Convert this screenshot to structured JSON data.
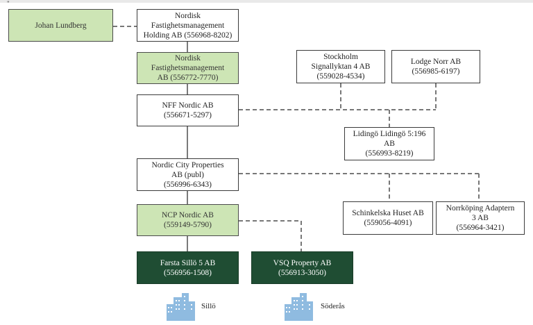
{
  "corner_mark": "\"",
  "nodes": {
    "johan": {
      "text": "Johan Lundberg"
    },
    "holding": {
      "text": "Nordisk\nFastighetsmanagement\nHolding AB (556968-8202)"
    },
    "nfm": {
      "text": "Nordisk\nFastighetsmanagement\nAB (556772-7770)"
    },
    "stockholm": {
      "text": "Stockholm\nSignallyktan 4 AB\n(559028-4534)"
    },
    "lodge": {
      "text": "Lodge Norr AB\n(556985-6197)"
    },
    "nff": {
      "text": "NFF Nordic AB\n(556671-5297)"
    },
    "lidingo": {
      "text": "Lidingö Lidingö 5:196\nAB\n(556993-8219)"
    },
    "ncp_publ": {
      "text": "Nordic City Properties\nAB (publ)\n(556996-6343)"
    },
    "schinkelska": {
      "text": "Schinkelska Huset AB\n(559056-4091)"
    },
    "norrkoping": {
      "text": "Norrköping Adaptern\n3 AB\n(556964-3421)"
    },
    "ncp_nordic": {
      "text": "NCP Nordic AB\n(559149-5790)"
    },
    "farsta": {
      "text": "Farsta Sillö 5 AB\n(556956-1508)"
    },
    "vsq": {
      "text": "VSQ Property AB\n(556913-3050)"
    }
  },
  "properties": {
    "sillo": {
      "label": "Sillö",
      "icon": "building-icon"
    },
    "sodras": {
      "label": "Söderås",
      "icon": "building-icon"
    }
  },
  "colors": {
    "light_green": "#cde5b5",
    "dark_green": "#1f4d33",
    "building_blue": "#8fbbe0"
  }
}
